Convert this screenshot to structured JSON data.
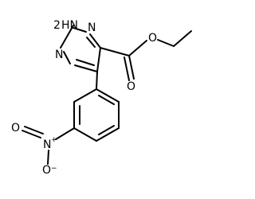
{
  "molecule": {
    "atoms": {
      "nh": "HN",
      "n2": "N",
      "n3": "N",
      "o_ester_single": "O",
      "o_ester_double": "O",
      "n_nitro": "N",
      "n_nitro_charge": "+",
      "o_nitro_double": "O",
      "o_nitro_minus": "O",
      "o_nitro_minus_charge": "−"
    },
    "nh_prefix": "2"
  }
}
